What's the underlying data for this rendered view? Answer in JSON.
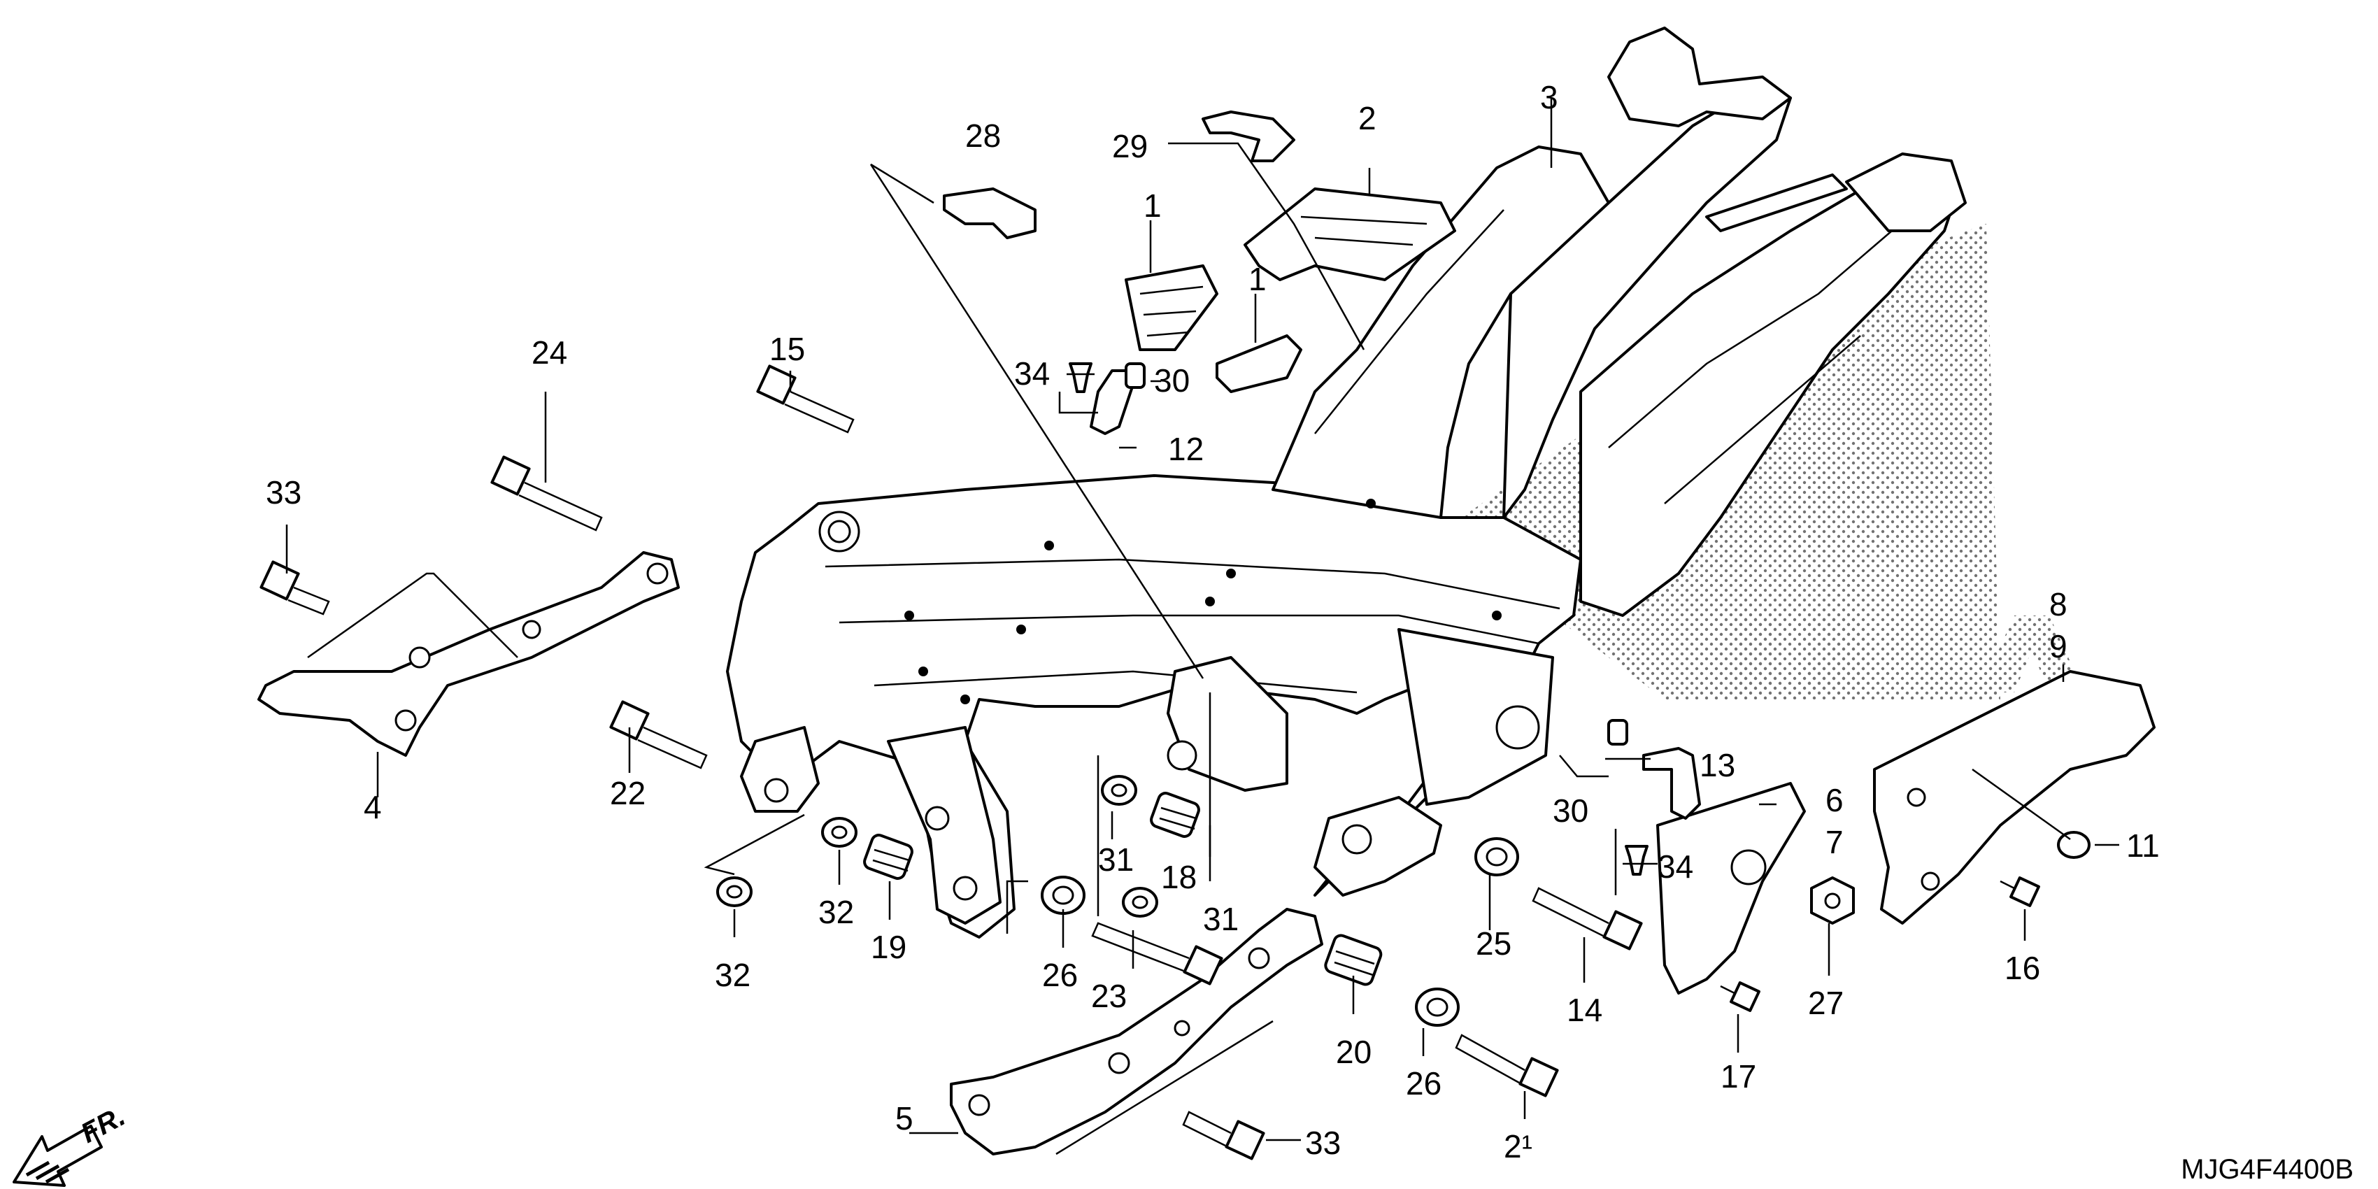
{
  "diagram": {
    "code": "MJG4F4400B",
    "front_label": "FR.",
    "part_numbers": [
      "1",
      "1",
      "2",
      "3",
      "4",
      "5",
      "6",
      "7",
      "8",
      "9",
      "11",
      "12",
      "13",
      "14",
      "15",
      "16",
      "17",
      "18",
      "19",
      "20",
      "2¹",
      "22",
      "23",
      "24",
      "25",
      "26",
      "26",
      "27",
      "28",
      "29",
      "30",
      "30",
      "31",
      "31",
      "32",
      "32",
      "33",
      "33",
      "34",
      "34"
    ]
  }
}
